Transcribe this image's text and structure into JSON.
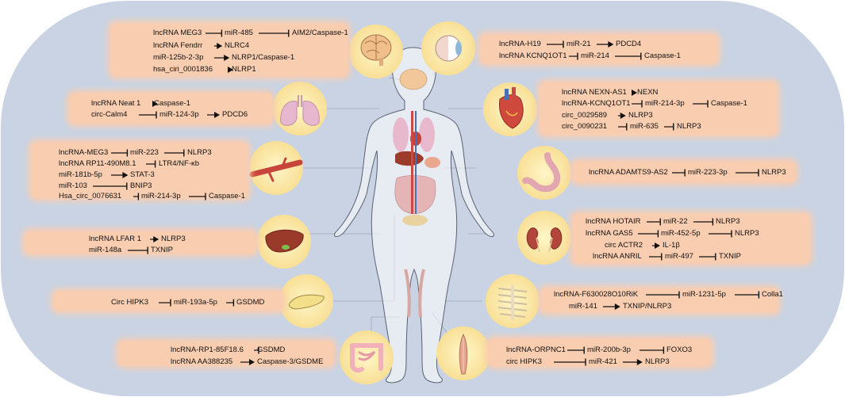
{
  "rows": {
    "brain_1": {
      "a": "lncRNA MEG3",
      "b": "miR-485",
      "c": "AIM2/Caspase-1"
    },
    "brain_2": {
      "a": "lncRNA Fendrr",
      "b": "NLRC4"
    },
    "brain_3": {
      "a": "miR-125b-2-3p",
      "b": "NLRP1/Caspase-1"
    },
    "brain_4": {
      "a": "hsa_ciri_0001836",
      "b": "NLRP1"
    },
    "eye_1": {
      "a": "lncRNA-H19",
      "b": "miR-21",
      "c": "PDCD4"
    },
    "eye_2": {
      "a": "lncRNA KCNQ1OT1",
      "b": "miR-214",
      "c": "Caspase-1"
    },
    "lung_1": {
      "a": "lncRNA Neat 1",
      "b": "Caspase-1"
    },
    "lung_2": {
      "a": "circ-Calm4",
      "b": "miR-124-3p",
      "c": "PDCD6"
    },
    "heart_1": {
      "a": "lncRNA NEXN-AS1",
      "b": "NEXN"
    },
    "heart_2": {
      "a": "lncRNA-KCNQ1OT1",
      "b": "miR-214-3p",
      "c": "Caspase-1"
    },
    "heart_3": {
      "a": "circ_0029589",
      "b": "NLRP3"
    },
    "heart_4": {
      "a": "circ_0090231",
      "b": "miR-635",
      "c": "NLRP3"
    },
    "vessel_1": {
      "a": "lncRNA-MEG3",
      "b": "miR-223",
      "c": "NLRP3"
    },
    "vessel_2": {
      "a": "lncRNA RP11-490M8.1",
      "b": "LTR4/NF-κb"
    },
    "vessel_3": {
      "a": "miR-181b-5p",
      "b": "STAT-3"
    },
    "vessel_4": {
      "a": "miR-103",
      "b": "BNIP3"
    },
    "vessel_5": {
      "a": "Hsa_circ_0076631",
      "b": "miR-214-3p",
      "c": "Caspase-1"
    },
    "stomach_1": {
      "a": "lncRNA ADAMTS9-AS2",
      "b": "miR-223-3p",
      "c": "NLRP3"
    },
    "liver_1": {
      "a": "lncRNA LFAR 1",
      "b": "NLRP3"
    },
    "liver_2": {
      "a": "miR-148a",
      "b": "TXNIP"
    },
    "kidney_1": {
      "a": "lncRNA HOTAIR",
      "b": "miR-22",
      "c": "NLRP3"
    },
    "kidney_2": {
      "a": "lncRNA GAS5",
      "b": "miR-452-5p",
      "c": "NLRP3"
    },
    "kidney_3": {
      "a": "circ ACTR2",
      "b": "IL-1β"
    },
    "kidney_4": {
      "a": "lncRNA ANRIL",
      "b": "miR-497",
      "c": "TXNIP"
    },
    "pancreas_1": {
      "a": "Circ HIPK3",
      "b": "miR-193a-5p",
      "c": "GSDMD"
    },
    "spine_1": {
      "a": "lncRNA-F630028O10RiK",
      "b": "miR-1231-5p",
      "c": "Colla1"
    },
    "spine_2": {
      "a": "miR-141",
      "b": "TXNIP/NLRP3"
    },
    "intestine_1": {
      "a": "lncRNA-RP1-85F18.6",
      "b": "GSDMD"
    },
    "intestine_2": {
      "a": "lncRNA AA388235",
      "b": "Caspase-3/GSDME"
    },
    "muscle_1": {
      "a": "lncRNA-ORPNC1",
      "b": "miR-200b-3p",
      "c": "FOXO3"
    },
    "muscle_2": {
      "a": "circ HIPK3",
      "b": "miR-421",
      "c": "NLRP3"
    }
  },
  "icons": {
    "brain": "brain-icon",
    "eye": "eye-icon",
    "lung": "lung-icon",
    "heart": "heart-icon",
    "vessel": "blood-vessel-icon",
    "stomach": "stomach-icon",
    "liver": "liver-icon",
    "kidney": "kidney-icon",
    "pancreas": "pancreas-icon",
    "spine": "spine-icon",
    "intestine": "intestine-icon",
    "muscle": "muscle-icon"
  },
  "colors": {
    "background": "#c9d3e3",
    "box": "#f9cdb0",
    "circle": "#fbe7a8",
    "line": "#9aa6b8",
    "text": "#111111"
  }
}
